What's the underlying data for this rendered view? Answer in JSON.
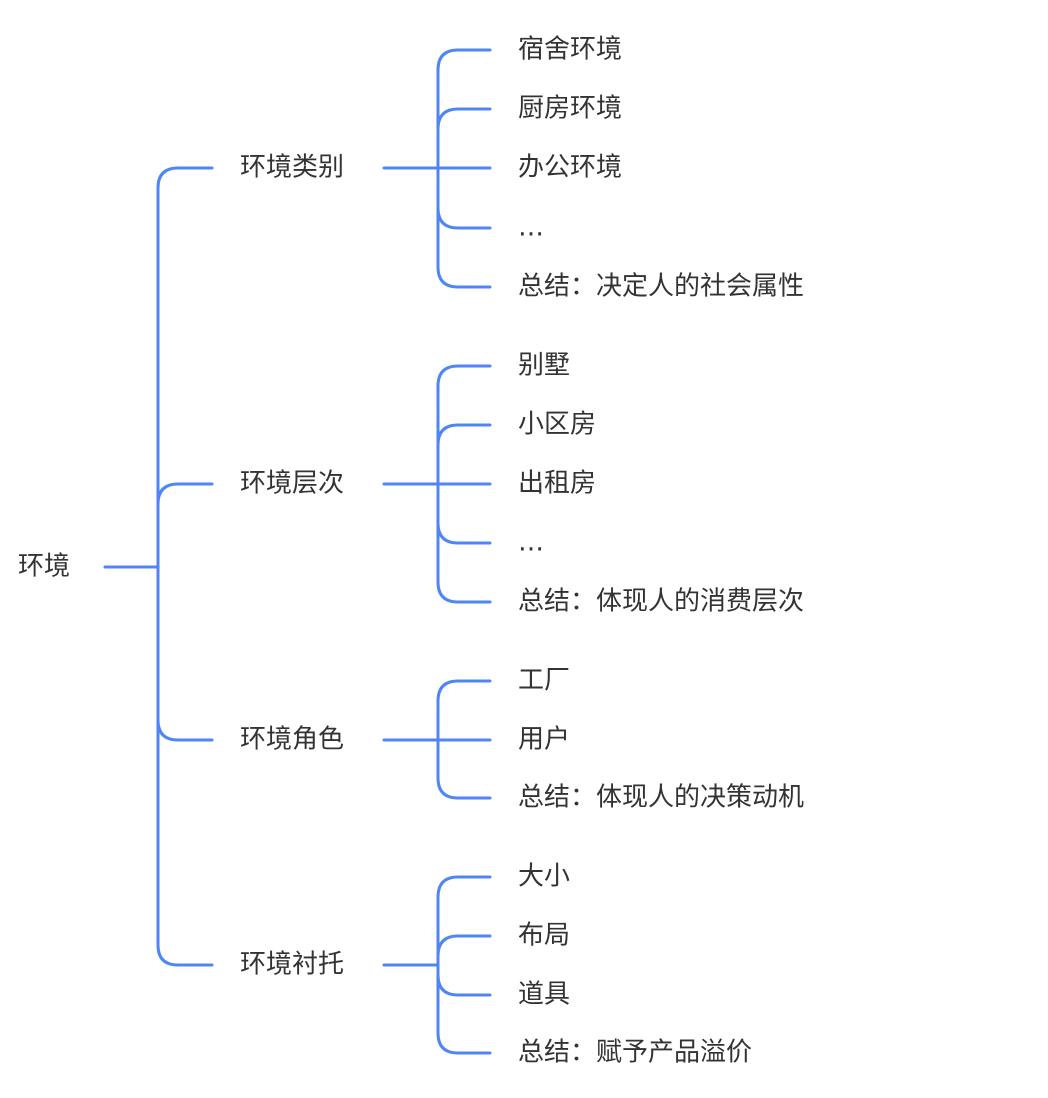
{
  "mindmap": {
    "root": {
      "label": "环境"
    },
    "colors": {
      "connector": "#4f86f5",
      "text": "#333333"
    },
    "branches": [
      {
        "label": "环境类别",
        "children": [
          "宿舍环境",
          "厨房环境",
          "办公环境",
          "…",
          "总结：决定人的社会属性"
        ]
      },
      {
        "label": "环境层次",
        "children": [
          "别墅",
          "小区房",
          "出租房",
          "…",
          "总结：体现人的消费层次"
        ]
      },
      {
        "label": "环境角色",
        "children": [
          "工厂",
          "用户",
          "总结：体现人的决策动机"
        ]
      },
      {
        "label": "环境衬托",
        "children": [
          "大小",
          "布局",
          "道具",
          "总结：赋予产品溢价"
        ]
      }
    ]
  }
}
